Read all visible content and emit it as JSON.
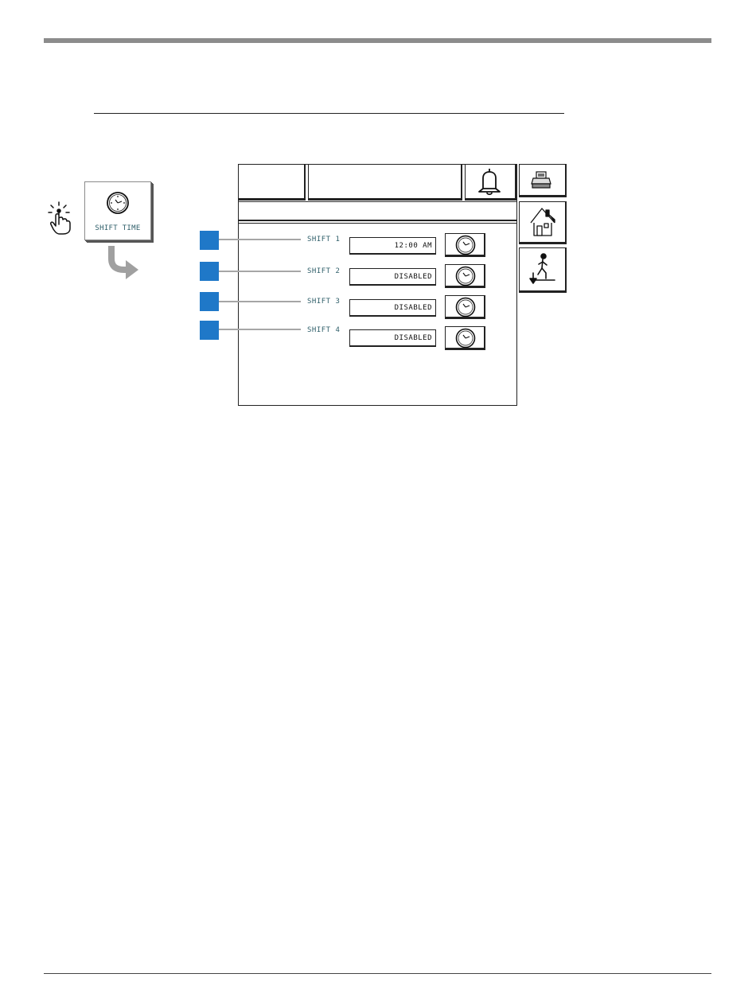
{
  "launcher": {
    "label": "SHIFT TIME",
    "icon": "clock-icon"
  },
  "header": {
    "alarm_icon": "bell-icon"
  },
  "side_buttons": [
    {
      "name": "printer",
      "icon": "printer-icon"
    },
    {
      "name": "home",
      "icon": "home-icon"
    },
    {
      "name": "exit",
      "icon": "exit-icon"
    }
  ],
  "shifts": [
    {
      "label": "SHIFT 1",
      "value": "12:00 AM"
    },
    {
      "label": "SHIFT 2",
      "value": "DISABLED"
    },
    {
      "label": "SHIFT 3",
      "value": "DISABLED"
    },
    {
      "label": "SHIFT 4",
      "value": "DISABLED"
    }
  ],
  "colors": {
    "callout": "#1f78c8",
    "label_text": "#2f5f6a",
    "rule": "#8c8c8c"
  }
}
